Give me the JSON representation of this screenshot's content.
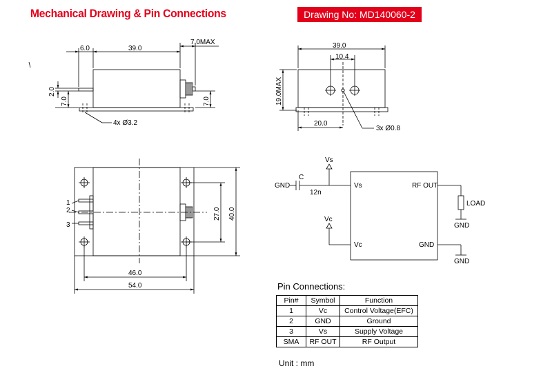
{
  "header": {
    "title": "Mechanical Drawing & Pin Connections",
    "drawing_no": "Drawing No: MD140060-2"
  },
  "side_view": {
    "dim_left": "6.0",
    "dim_body": "39.0",
    "dim_max": "7.0MAX",
    "dim_flange": "2.0",
    "dim_height_left": "7.0",
    "dim_height_right": "7.0",
    "holes_note": "4x Ø3.2"
  },
  "end_view": {
    "dim_width": "39.0",
    "dim_pitch": "10.4",
    "dim_height": "19.0MAX",
    "dim_offset": "20.0",
    "pins_note": "3x Ø0.8"
  },
  "top_view": {
    "pin1": "1",
    "pin2": "2",
    "pin3": "3",
    "dim_inner_h": "27.0",
    "dim_outer_h": "40.0",
    "dim_inner_w": "46.0",
    "dim_outer_w": "54.0"
  },
  "schematic": {
    "vs_top": "Vs",
    "gnd_left": "GND",
    "cap_label": "C",
    "cap_value": "12n",
    "vs_pin": "Vs",
    "rf_out": "RF OUT",
    "load": "LOAD",
    "gnd_load": "GND",
    "vc_top": "Vc",
    "vc_pin": "Vc",
    "gnd_pin": "GND",
    "gnd_bottom": "GND"
  },
  "pin_connections": {
    "heading": "Pin Connections:",
    "headers": [
      "Pin#",
      "Symbol",
      "Function"
    ],
    "rows": [
      [
        "1",
        "Vc",
        "Control Voltage(EFC)"
      ],
      [
        "2",
        "GND",
        "Ground"
      ],
      [
        "3",
        "Vs",
        "Supply Voltage"
      ],
      [
        "SMA",
        "RF OUT",
        "RF Output"
      ]
    ]
  },
  "unit": "Unit : mm"
}
